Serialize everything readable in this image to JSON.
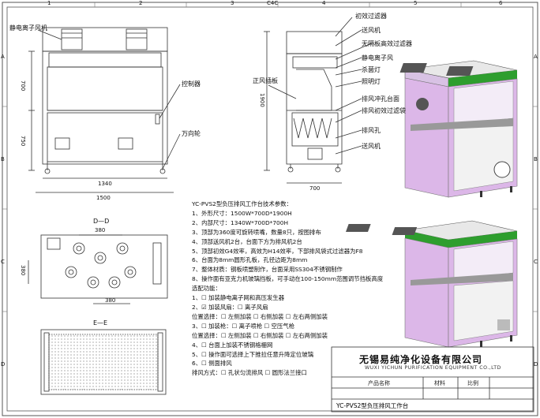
{
  "ruler": {
    "top": [
      "1",
      "2",
      "3",
      "4",
      "5",
      "6"
    ],
    "side": [
      "A",
      "B",
      "C",
      "D"
    ],
    "top_mid": "C4C"
  },
  "front_view": {
    "label_ionizer": "静电离子风机",
    "label_controller": "控制器",
    "label_anti_tip": "万向轮",
    "dim_top_height": "700",
    "dim_bottom_height": "750",
    "dim_inner_width": "1340",
    "dim_outer_width": "1500"
  },
  "side_view": {
    "label_front_window": "正风插板",
    "dim_total_height": "1900",
    "dim_depth": "700",
    "callouts": [
      "初效过滤器",
      "送风机",
      "无隔板高效过滤器",
      "静电离子风",
      "杀菌灯",
      "照明灯",
      "排风冲孔台面",
      "排风初效过滤袋",
      "排风孔",
      "送风机"
    ]
  },
  "top_view": {
    "section_label": "D—D",
    "dim_top": "380",
    "dim_left": "380",
    "dim_bottom": "380"
  },
  "section_e": {
    "section_label": "E—E"
  },
  "specs": {
    "title": "YC-PVS2型负压排风工作台技术参数：",
    "lines": [
      "1、外形尺寸：1500W*700D*1900H",
      "2、内部尺寸：1340W*700D*700H",
      "3、顶部为360度可旋转喷嘴，数量8只，按图排布",
      "4、顶部送风机2台，台面下方为排风机2台",
      "5、顶部初效G4效率，高效为H14效率，下部排风袋式过滤器为F8",
      "6、台面为8mm圆形孔板，孔径边距为8mm",
      "7、整体材质：钢板喷塑制作，台面采用SS304不锈钢制作",
      "8、操作面有亚克力机玻璃挡板，可手动在100-150mm范围调节挡板高度",
      "选配功能：",
      "1、☐ 加装静电离子网和高压发生器",
      "2、☑ 加装风扇：☐ 离子风扇",
      "    位置选择：☐ 左侧加装  ☐ 右侧加装  ☐ 左右两侧加装",
      "3、☐ 加装枪：☐ 离子喷枪  ☐ 空压气枪",
      "    位置选择：☐ 左侧加装  ☐ 右侧加装  ☐ 左右两侧加装",
      "4、☐ 台面上加装不锈钢格栅网",
      "5、☐ 操作面可选择上下推拉任意升降定位玻璃",
      "6、☐ 侧面排风",
      "    排风方式：☐ 孔状匀流排风  ☐ 圆形法兰接口"
    ]
  },
  "title_block": {
    "company_cn": "无锡易纯净化设备有限公司",
    "company_en": "WUXI YICHUN PURIFICATION EQUIPMENT CO.,LTD",
    "h_product": "产品名称",
    "h_material": "材料",
    "h_scale": "比例",
    "product_name": "YC-PVS2型负压排风工作台"
  },
  "colors": {
    "purple": "#dcb7e8",
    "green": "#29a329",
    "line": "#333333"
  }
}
